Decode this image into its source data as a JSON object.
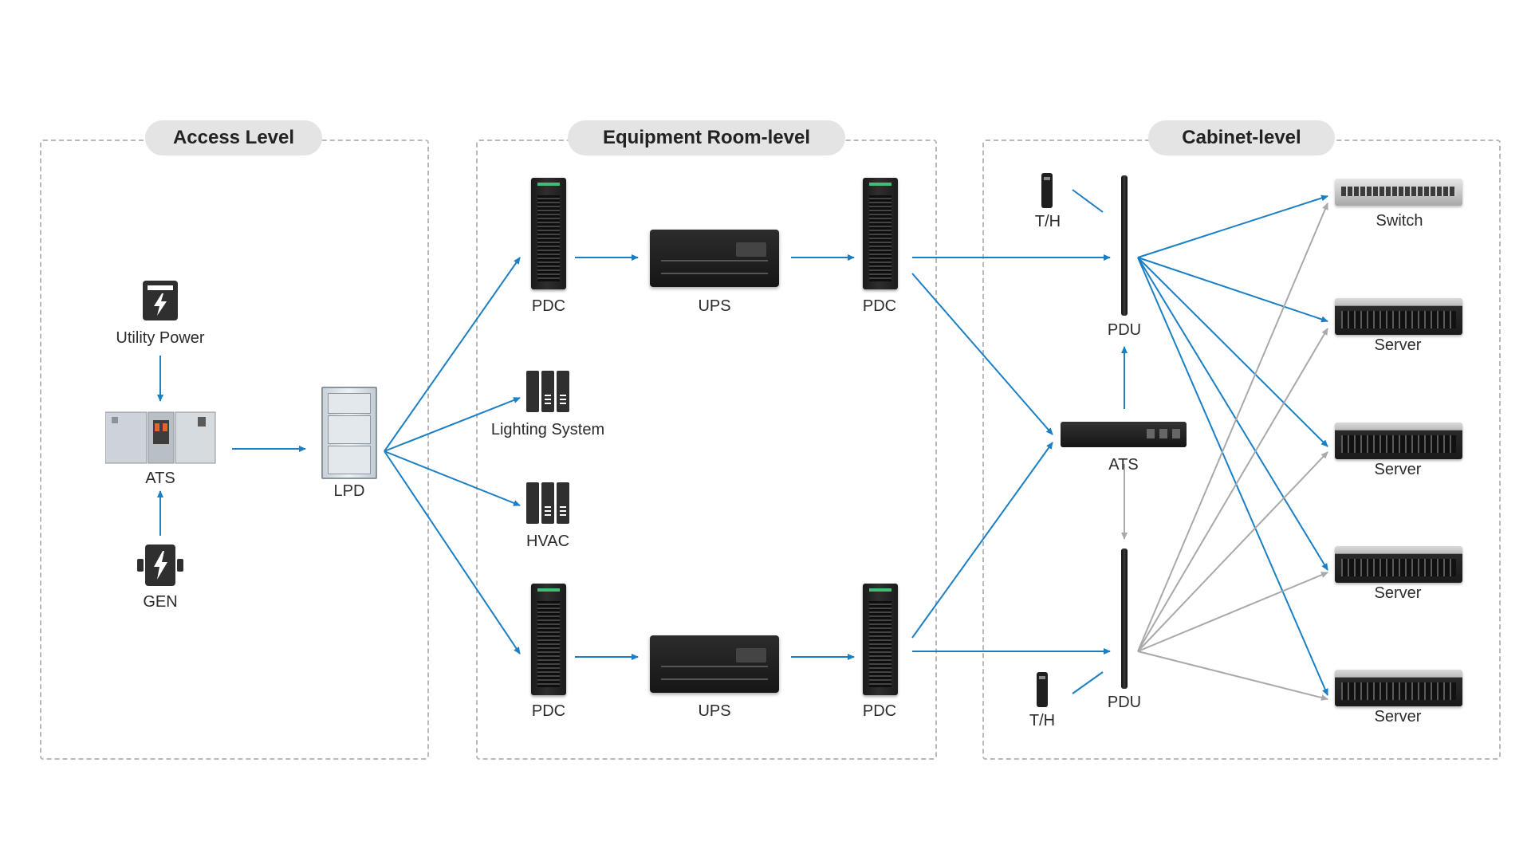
{
  "sections": {
    "access": {
      "title": "Access Level"
    },
    "equipment": {
      "title": "Equipment Room-level"
    },
    "cabinet": {
      "title": "Cabinet-level"
    }
  },
  "nodes": {
    "utility_power": "Utility Power",
    "ats_access": "ATS",
    "gen": "GEN",
    "lpd": "LPD",
    "pdc_top_left": "PDC",
    "ups_top": "UPS",
    "pdc_top_right": "PDC",
    "lighting": "Lighting System",
    "hvac": "HVAC",
    "pdc_bottom_left": "PDC",
    "ups_bottom": "UPS",
    "pdc_bottom_right": "PDC",
    "th_top": "T/H",
    "pdu_top": "PDU",
    "ats_cabinet": "ATS",
    "pdu_bottom": "PDU",
    "th_bottom": "T/H",
    "switch": "Switch",
    "server_1": "Server",
    "server_2": "Server",
    "server_3": "Server",
    "server_4": "Server"
  },
  "colors": {
    "primary_link": "#1b7fc4",
    "secondary_link": "#a9a9a9",
    "section_border": "#b9b9b9",
    "title_pill": "#e4e4e4"
  },
  "icons": {
    "utility_power": "electric-meter-icon",
    "gen": "generator-icon",
    "lighting": "server-tower-icon",
    "hvac": "server-tower-icon"
  }
}
